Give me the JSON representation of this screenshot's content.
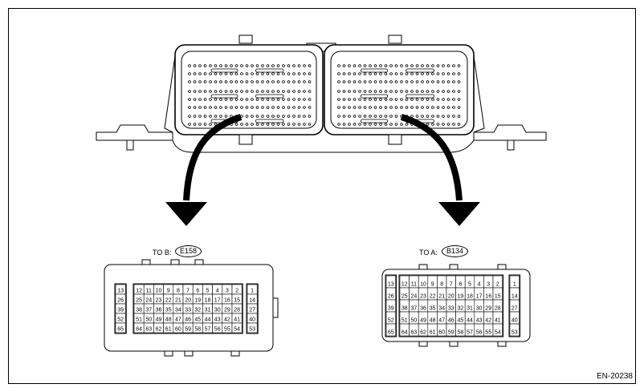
{
  "figure_id": "EN-20238",
  "connector_b": {
    "label": "TO B:",
    "code": "E158",
    "rows": [
      {
        "left": "13",
        "mid": [
          "12",
          "11",
          "10",
          "9",
          "8",
          "7",
          "6",
          "5",
          "4",
          "3",
          "2"
        ],
        "right": "1"
      },
      {
        "left": "26",
        "mid": [
          "25",
          "24",
          "23",
          "22",
          "21",
          "20",
          "19",
          "18",
          "17",
          "16",
          "15"
        ],
        "right": "14"
      },
      {
        "left": "39",
        "mid": [
          "38",
          "37",
          "36",
          "35",
          "34",
          "33",
          "32",
          "31",
          "30",
          "29",
          "28"
        ],
        "right": "27"
      },
      {
        "left": "52",
        "mid": [
          "51",
          "50",
          "49",
          "48",
          "47",
          "46",
          "45",
          "44",
          "43",
          "42",
          "41"
        ],
        "right": "40"
      },
      {
        "left": "65",
        "mid": [
          "64",
          "63",
          "62",
          "61",
          "60",
          "59",
          "58",
          "57",
          "56",
          "55",
          "54"
        ],
        "right": "53"
      }
    ]
  },
  "connector_a": {
    "label": "TO A:",
    "code": "B134",
    "rows": [
      {
        "left": "13",
        "mid": [
          "12",
          "11",
          "10",
          "9",
          "8",
          "7",
          "6",
          "5",
          "4",
          "3",
          "2"
        ],
        "right": "1"
      },
      {
        "left": "26",
        "mid": [
          "25",
          "24",
          "23",
          "22",
          "21",
          "20",
          "19",
          "18",
          "17",
          "16",
          "15"
        ],
        "right": "14"
      },
      {
        "left": "39",
        "mid": [
          "38",
          "37",
          "36",
          "35",
          "34",
          "33",
          "32",
          "31",
          "30",
          "29",
          "28"
        ],
        "right": "27"
      },
      {
        "left": "52",
        "mid": [
          "51",
          "50",
          "49",
          "48",
          "47",
          "46",
          "45",
          "44",
          "43",
          "42",
          "41"
        ],
        "right": "40"
      },
      {
        "left": "65",
        "mid": [
          "64",
          "63",
          "62",
          "61",
          "60",
          "59",
          "58",
          "57",
          "56",
          "55",
          "54"
        ],
        "right": "53"
      }
    ]
  }
}
